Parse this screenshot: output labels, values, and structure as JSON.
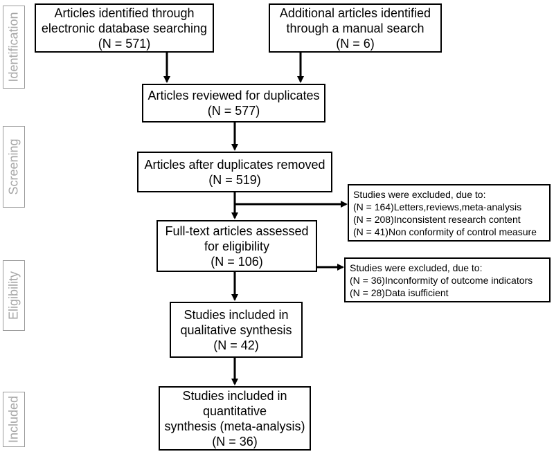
{
  "stages": [
    "Identification",
    "Screening",
    "Eligibility",
    "Included"
  ],
  "boxes": {
    "db_search": [
      "Articles identified through",
      "electronic database searching",
      "(N = 571)"
    ],
    "manual_search": [
      "Additional articles identified",
      "through a manual search",
      "(N = 6)"
    ],
    "reviewed": [
      "Articles reviewed for duplicates",
      "(N = 577)"
    ],
    "after_dup": [
      "Articles after duplicates removed",
      "(N = 519)"
    ],
    "fulltext": [
      "Full-text articles assessed",
      "for eligibility",
      "(N = 106)"
    ],
    "qualitative": [
      "Studies included in",
      "qualitative synthesis",
      "(N = 42)"
    ],
    "quantitative": [
      "Studies included in",
      "quantitative",
      "synthesis (meta-analysis)",
      "(N = 36)"
    ]
  },
  "exclusions": {
    "first": [
      "Studies were excluded, due to:",
      "(N = 164)Letters,reviews,meta-analysis",
      "(N = 208)Inconsistent research content",
      "(N = 41)Non conformity of control measure"
    ],
    "second": [
      "Studies were excluded, due to:",
      "(N = 36)Inconformity of outcome indicators",
      "(N = 28)Data isufficient"
    ]
  }
}
